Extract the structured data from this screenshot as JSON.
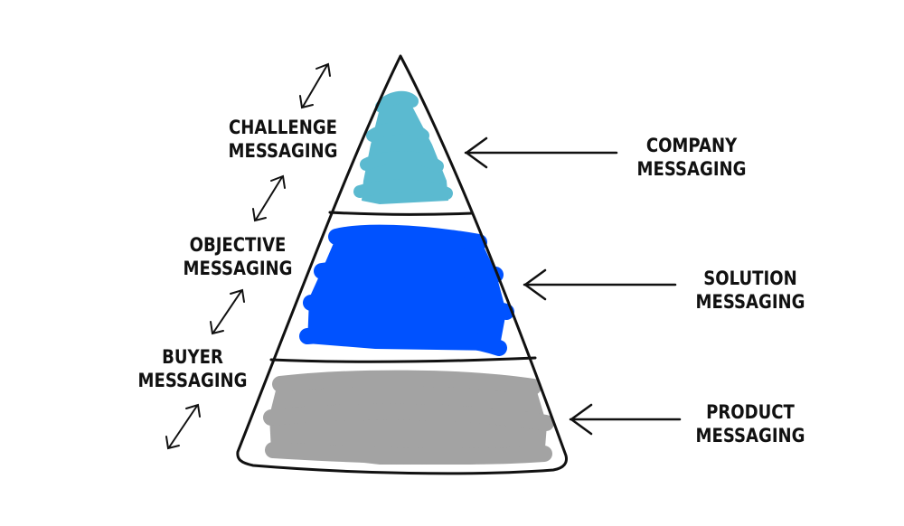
{
  "left_labels": {
    "challenge": [
      "CHALLENGE",
      "MESSAGING"
    ],
    "objective": [
      "OBJECTIVE",
      "MESSAGING"
    ],
    "buyer": [
      "BUYER",
      "MESSAGING"
    ]
  },
  "right_labels": {
    "company": [
      "COMPANY",
      "MESSAGING"
    ],
    "solution": [
      "SOLUTION",
      "MESSAGING"
    ],
    "product": [
      "PRODUCT",
      "MESSAGING"
    ]
  },
  "colors": {
    "top_tier": "#5bbad0",
    "middle_tier": "#0052ff",
    "bottom_tier": "#a3a3a3",
    "outline": "#111111"
  },
  "icons": {
    "double_arrows": "double-headed-arrow-icon",
    "pointer_arrows": "left-arrow-icon"
  }
}
